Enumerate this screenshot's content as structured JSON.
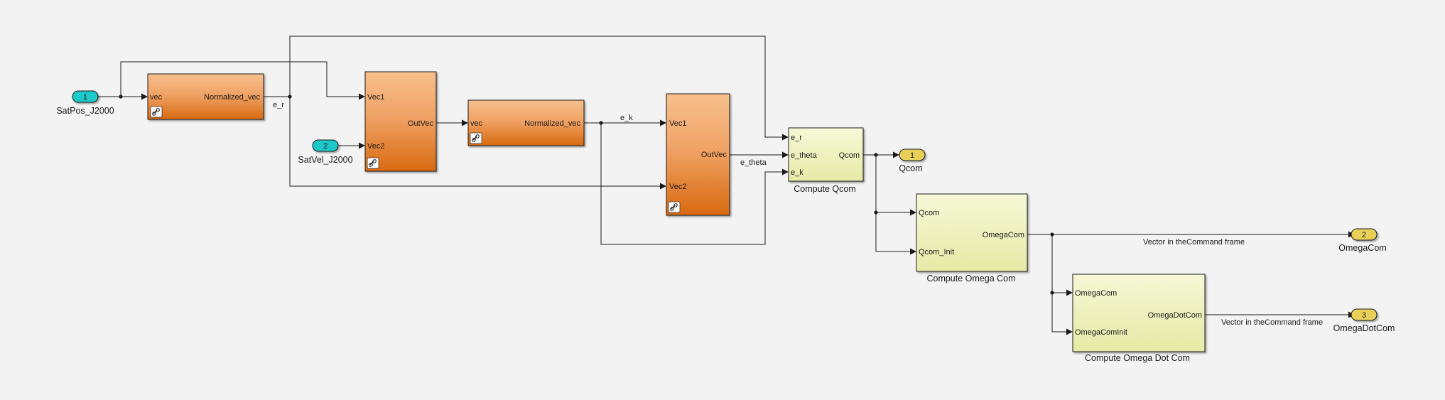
{
  "colors": {
    "background": "#f3f3f3",
    "inport_fill": "#1ec8c8",
    "outport_fill": "#e8cf5a",
    "lib_block_top": "#f7bf8c",
    "lib_block_bottom": "#d86a10",
    "subsystem_top": "#f6f8d6",
    "subsystem_bottom": "#e6eaa6",
    "wire": "#1a1a1a"
  },
  "inports": [
    {
      "number": "1",
      "name": "SatPos_J2000"
    },
    {
      "number": "2",
      "name": "SatVel_J2000"
    }
  ],
  "outports": [
    {
      "number": "1",
      "name": "Qcom"
    },
    {
      "number": "2",
      "name": "OmegaCom"
    },
    {
      "number": "3",
      "name": "OmegaDotCom"
    }
  ],
  "blocks": {
    "normalize1": {
      "in": [
        "vec"
      ],
      "out": [
        "Normalized_vec"
      ],
      "icon": "link-icon"
    },
    "cross1": {
      "in": [
        "Vec1",
        "Vec2"
      ],
      "out": [
        "OutVec"
      ],
      "icon": "link-icon"
    },
    "normalize2": {
      "in": [
        "vec"
      ],
      "out": [
        "Normalized_vec"
      ],
      "icon": "link-icon"
    },
    "cross2": {
      "in": [
        "Vec1",
        "Vec2"
      ],
      "out": [
        "OutVec"
      ],
      "icon": "link-icon"
    },
    "compute_qcom": {
      "name": "Compute Qcom",
      "in": [
        "e_r",
        "e_theta",
        "e_k"
      ],
      "out": [
        "Qcom"
      ]
    },
    "compute_omega_com": {
      "name": "Compute Omega Com",
      "in": [
        "Qcom",
        "Qcom_Init"
      ],
      "out": [
        "OmegaCom"
      ]
    },
    "compute_omega_dot_com": {
      "name": "Compute Omega Dot Com",
      "in": [
        "OmegaCom",
        "OmegaComInit"
      ],
      "out": [
        "OmegaDotCom"
      ]
    }
  },
  "signals": {
    "e_r": "e_r",
    "e_k": "e_k",
    "e_theta": "e_theta",
    "omega_com": "Vector in theCommand frame",
    "omega_dot_com": "Vector in theCommand frame"
  }
}
